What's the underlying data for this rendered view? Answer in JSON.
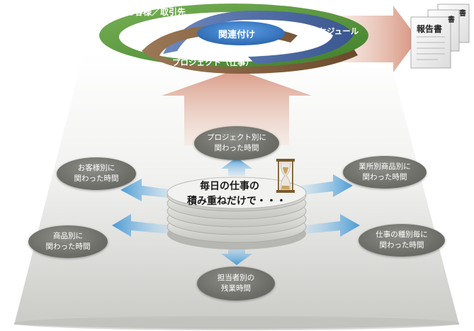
{
  "top": {
    "ring_outer_label": "お客様／取引先",
    "ring_center_label": "関連付け",
    "ring_right_label": "スケジュール",
    "ring_bottom_label": "プロジェクト（仕事）",
    "report_label": "報告書",
    "report_tab_1": "書",
    "report_tab_2": "書"
  },
  "center": {
    "line1": "毎日の仕事の",
    "line2": "積み重ねだけで・・・"
  },
  "nodes": {
    "project": {
      "line1": "プロジェクト別に",
      "line2": "関わった時間"
    },
    "customer": {
      "line1": "お客様別に",
      "line2": "関わった時間"
    },
    "industry_product": {
      "line1": "業所別商品別に",
      "line2": "関わった時間"
    },
    "product": {
      "line1": "商品別に",
      "line2": "関わった時間"
    },
    "work_type": {
      "line1": "仕事の種別毎に",
      "line2": "関わった時間"
    },
    "staff": {
      "line1": "担当者別の",
      "line2": "残業時間"
    }
  },
  "colors": {
    "green_ring": "#5a9a3c",
    "blue_ring": "#4c6aa3",
    "brown_ring": "#7a5a3c",
    "center_blue": "#3a78c0",
    "pill_gray": "#757570",
    "arrow_blue": "#5aa3d6"
  }
}
